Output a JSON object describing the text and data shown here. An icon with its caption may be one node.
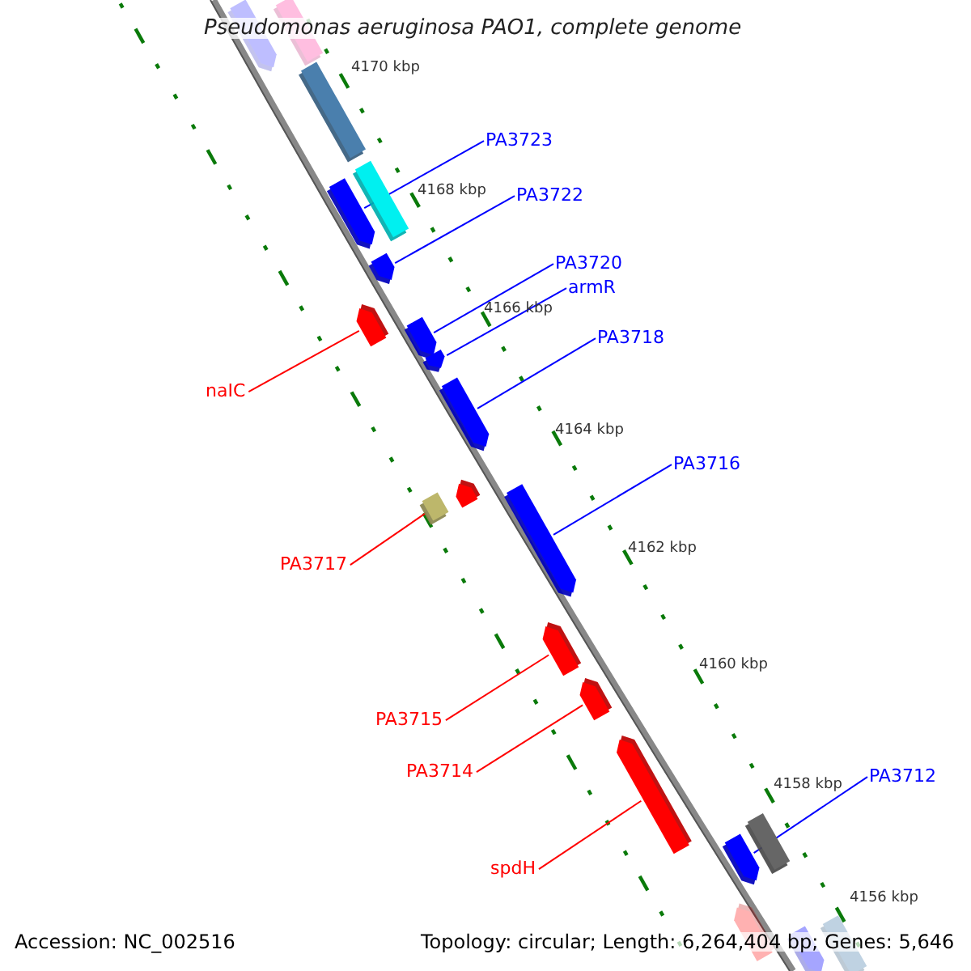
{
  "diagram": {
    "title": "Pseudomonas aeruginosa PAO1, complete genome",
    "nodes": [
      {
        "text": [
          "PA3723"
        ]
      },
      {
        "text": [],
        "shape": "arrow"
      },
      {
        "text": [
          "PA3722"
        ]
      },
      {
        "text": [],
        "shape": "arrow"
      },
      {
        "text": [
          "PA3720"
        ]
      },
      {
        "text": [
          "armR"
        ]
      },
      {
        "text": [],
        "shape": "arrow"
      },
      {
        "text": [],
        "shape": "arrow"
      },
      {
        "text": [
          "naIC"
        ]
      },
      {
        "text": [],
        "shape": "arrow"
      },
      {
        "text": [
          "PA3718"
        ]
      },
      {
        "text": [],
        "shape": "arrow"
      },
      {
        "text": [
          "PA3716"
        ]
      },
      {
        "text": [],
        "shape": "arrow"
      },
      {
        "text": [
          "PA3717"
        ]
      },
      {
        "text": [],
        "shape": "box"
      },
      {
        "text": [
          "PA3715"
        ]
      },
      {
        "text": [],
        "shape": "arrow"
      },
      {
        "text": [
          "PA3714"
        ]
      },
      {
        "text": [],
        "shape": "arrow"
      },
      {
        "text": [
          "PA3712"
        ]
      },
      {
        "text": [],
        "shape": "arrow"
      },
      {
        "text": [
          "spdH"
        ]
      },
      {
        "text": [],
        "shape": "arrow"
      },
      {
        "text": [],
        "shape": "bar"
      },
      {
        "text": [],
        "shape": "box"
      },
      {
        "text": [],
        "shape": "box"
      },
      {
        "text": [],
        "shape": "box"
      },
      {
        "text": [],
        "shape": "arrow"
      },
      {
        "text": [],
        "shape": "box"
      },
      {
        "text": [],
        "shape": "bar"
      },
      {
        "text": [],
        "shape": "bar"
      },
      {
        "text": [],
        "shape": "box"
      }
    ],
    "edges": [
      {
        "from": 0,
        "to": 1,
        "arrow": "none"
      },
      {
        "from": 2,
        "to": 3,
        "arrow": "none"
      },
      {
        "from": 4,
        "to": 6,
        "arrow": "none"
      },
      {
        "from": 5,
        "to": 7,
        "arrow": "none"
      },
      {
        "from": 8,
        "to": 9,
        "arrow": "none",
        "color": "#ff0000"
      },
      {
        "from": 10,
        "to": 11,
        "arrow": "none"
      },
      {
        "from": 12,
        "to": 13,
        "arrow": "none"
      },
      {
        "from": 14,
        "to": 15,
        "arrow": "none",
        "color": "#ff0000"
      },
      {
        "from": 16,
        "to": 17,
        "arrow": "none",
        "color": "#ff0000"
      },
      {
        "from": 18,
        "to": 19,
        "arrow": "none",
        "color": "#ff0000"
      },
      {
        "from": 20,
        "to": 21,
        "arrow": "none"
      },
      {
        "from": 22,
        "to": 23,
        "arrow": "none",
        "color": "#ff0000"
      }
    ],
    "labels": [
      "4170 kbp",
      "4168 kbp",
      "4166 kbp",
      "4164 kbp",
      "4162 kbp",
      "4160 kbp",
      "4158 kbp",
      "4156 kbp",
      "Accession: NC_002516",
      "Topology: circular; Length: 6,264,404 bp; Genes: 5,646"
    ]
  }
}
